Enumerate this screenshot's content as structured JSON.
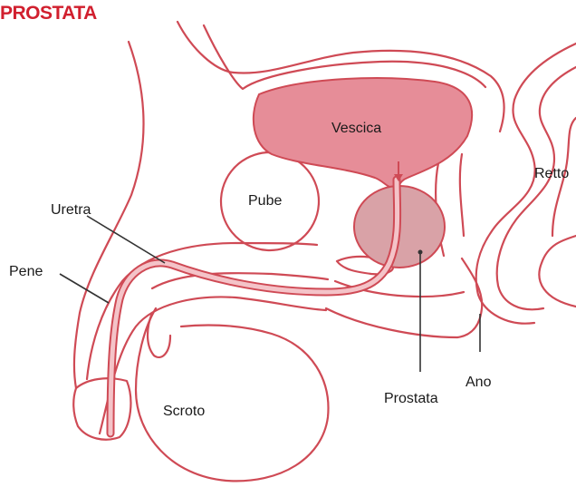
{
  "title": "PROSTATA",
  "colors": {
    "title": "#d11f2e",
    "outline": "#cf4a55",
    "bladder_fill": "#e68d98",
    "prostate_fill": "#d9a2a7",
    "urethra_fill": "#f4c3c8",
    "leader_line": "#333333"
  },
  "labels": {
    "vescica": "Vescica",
    "retto": "Retto",
    "pube": "Pube",
    "uretra": "Uretra",
    "pene": "Pene",
    "scroto": "Scroto",
    "prostata": "Prostata",
    "ano": "Ano"
  }
}
